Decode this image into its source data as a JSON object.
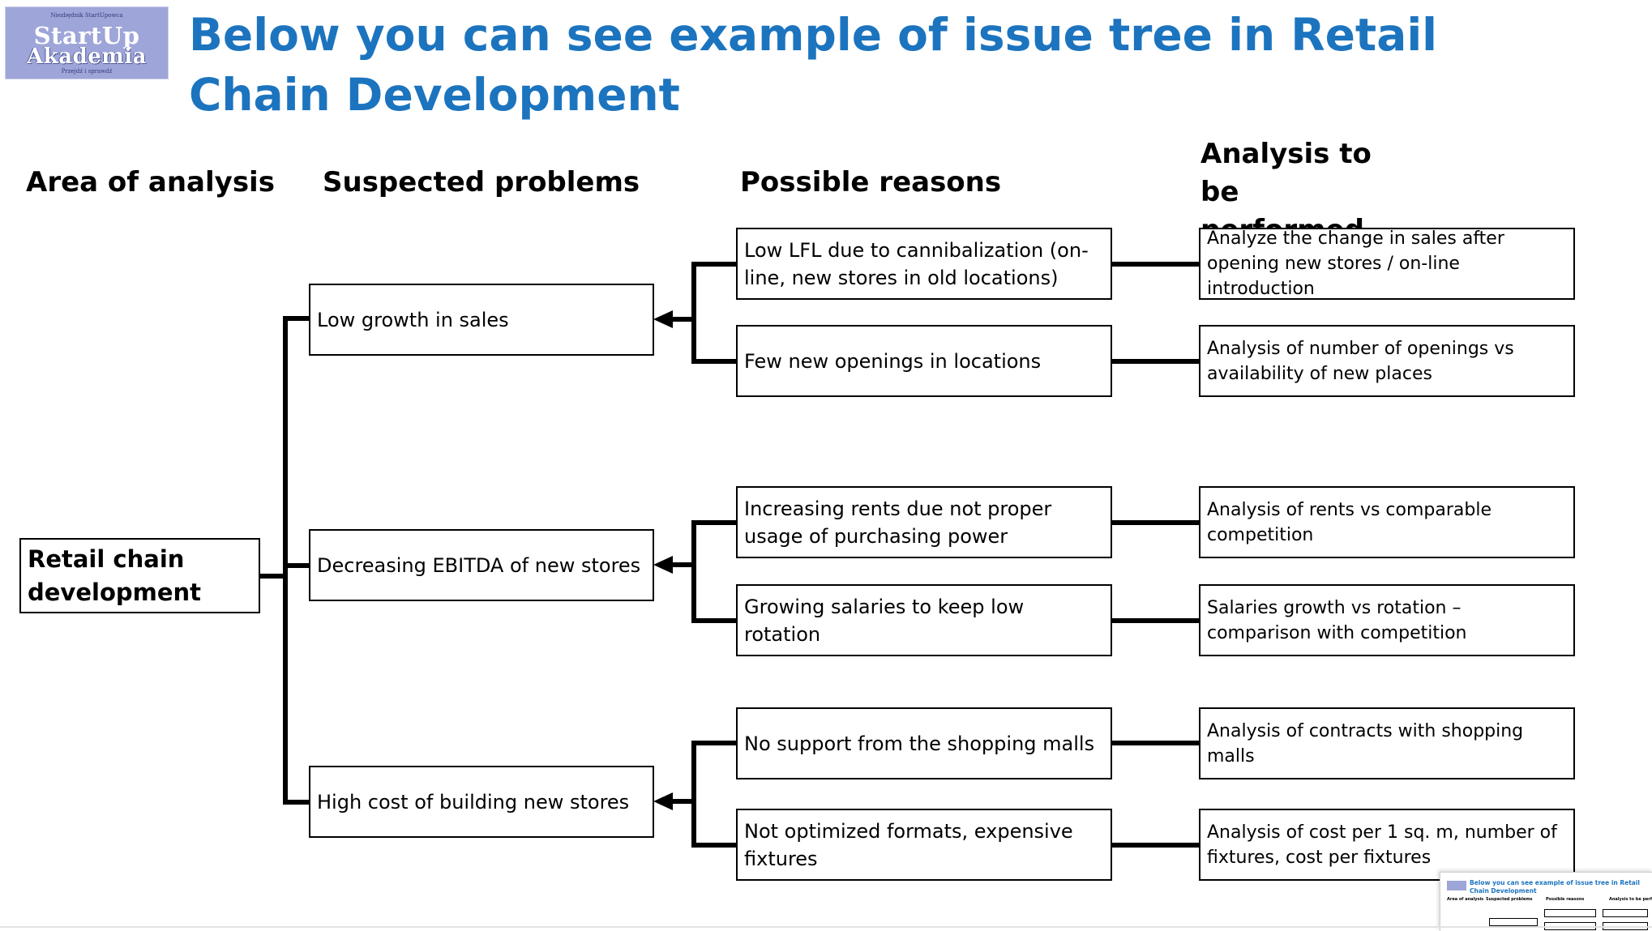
{
  "logo": {
    "top_text": "Niezbędnik StartUpowca",
    "line1": "StartUp",
    "line2": "Akademia",
    "bottom_text": "Przejdź i sprawdź"
  },
  "title": "Below you can see example of issue tree in Retail Chain Development",
  "columns": {
    "area": "Area of analysis",
    "problems": "Suspected problems",
    "reasons": "Possible reasons",
    "analysis": "Analysis to be performed"
  },
  "root": "Retail chain development",
  "problems": [
    "Low growth in sales",
    "Decreasing EBITDA of new stores",
    "High cost of building new stores"
  ],
  "reasons": [
    "Low LFL due to cannibalization (on-line, new stores in old locations)",
    "Few new openings in locations",
    "Increasing rents due not proper usage of purchasing power",
    "Growing salaries to keep low rotation",
    "No support from the shopping malls",
    "Not optimized formats, expensive fixtures"
  ],
  "analyses": [
    "Analyze the change in sales after opening new stores / on-line introduction",
    "Analysis of number of openings vs availability of new places",
    "Analysis of rents vs comparable competition",
    "Salaries growth vs rotation – comparison with competition",
    "Analysis of contracts with shopping malls",
    "Analysis of cost per 1 sq. m, number of fixtures, cost per fixtures"
  ],
  "colors": {
    "title": "#1c74bf",
    "logo_bg": "#9ea5d8",
    "line": "#000000"
  }
}
